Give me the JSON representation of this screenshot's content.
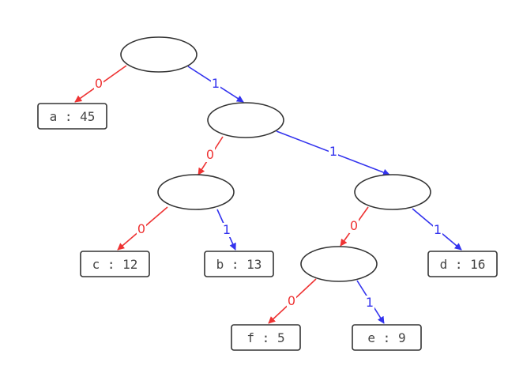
{
  "colors": {
    "zero_edge": "#ee3333",
    "one_edge": "#3333ee",
    "outline": "#333333",
    "text": "#444444"
  },
  "tree": {
    "internal_nodes": [
      {
        "id": "n-root"
      },
      {
        "id": "n-1"
      },
      {
        "id": "n-10"
      },
      {
        "id": "n-11"
      },
      {
        "id": "n-110"
      }
    ],
    "leaves": [
      {
        "id": "leaf-a",
        "label": "a : 45"
      },
      {
        "id": "leaf-c",
        "label": "c : 12"
      },
      {
        "id": "leaf-b",
        "label": "b : 13"
      },
      {
        "id": "leaf-f",
        "label": "f : 5"
      },
      {
        "id": "leaf-e",
        "label": "e : 9"
      },
      {
        "id": "leaf-d",
        "label": "d : 16"
      }
    ],
    "edges": [
      {
        "from": "n-root",
        "to": "leaf-a",
        "label": "0",
        "bit": 0
      },
      {
        "from": "n-root",
        "to": "n-1",
        "label": "1",
        "bit": 1
      },
      {
        "from": "n-1",
        "to": "n-10",
        "label": "0",
        "bit": 0
      },
      {
        "from": "n-1",
        "to": "n-11",
        "label": "1",
        "bit": 1
      },
      {
        "from": "n-10",
        "to": "leaf-c",
        "label": "0",
        "bit": 0
      },
      {
        "from": "n-10",
        "to": "leaf-b",
        "label": "1",
        "bit": 1
      },
      {
        "from": "n-11",
        "to": "n-110",
        "label": "0",
        "bit": 0
      },
      {
        "from": "n-11",
        "to": "leaf-d",
        "label": "1",
        "bit": 1
      },
      {
        "from": "n-110",
        "to": "leaf-f",
        "label": "0",
        "bit": 0
      },
      {
        "from": "n-110",
        "to": "leaf-e",
        "label": "1",
        "bit": 1
      }
    ]
  }
}
